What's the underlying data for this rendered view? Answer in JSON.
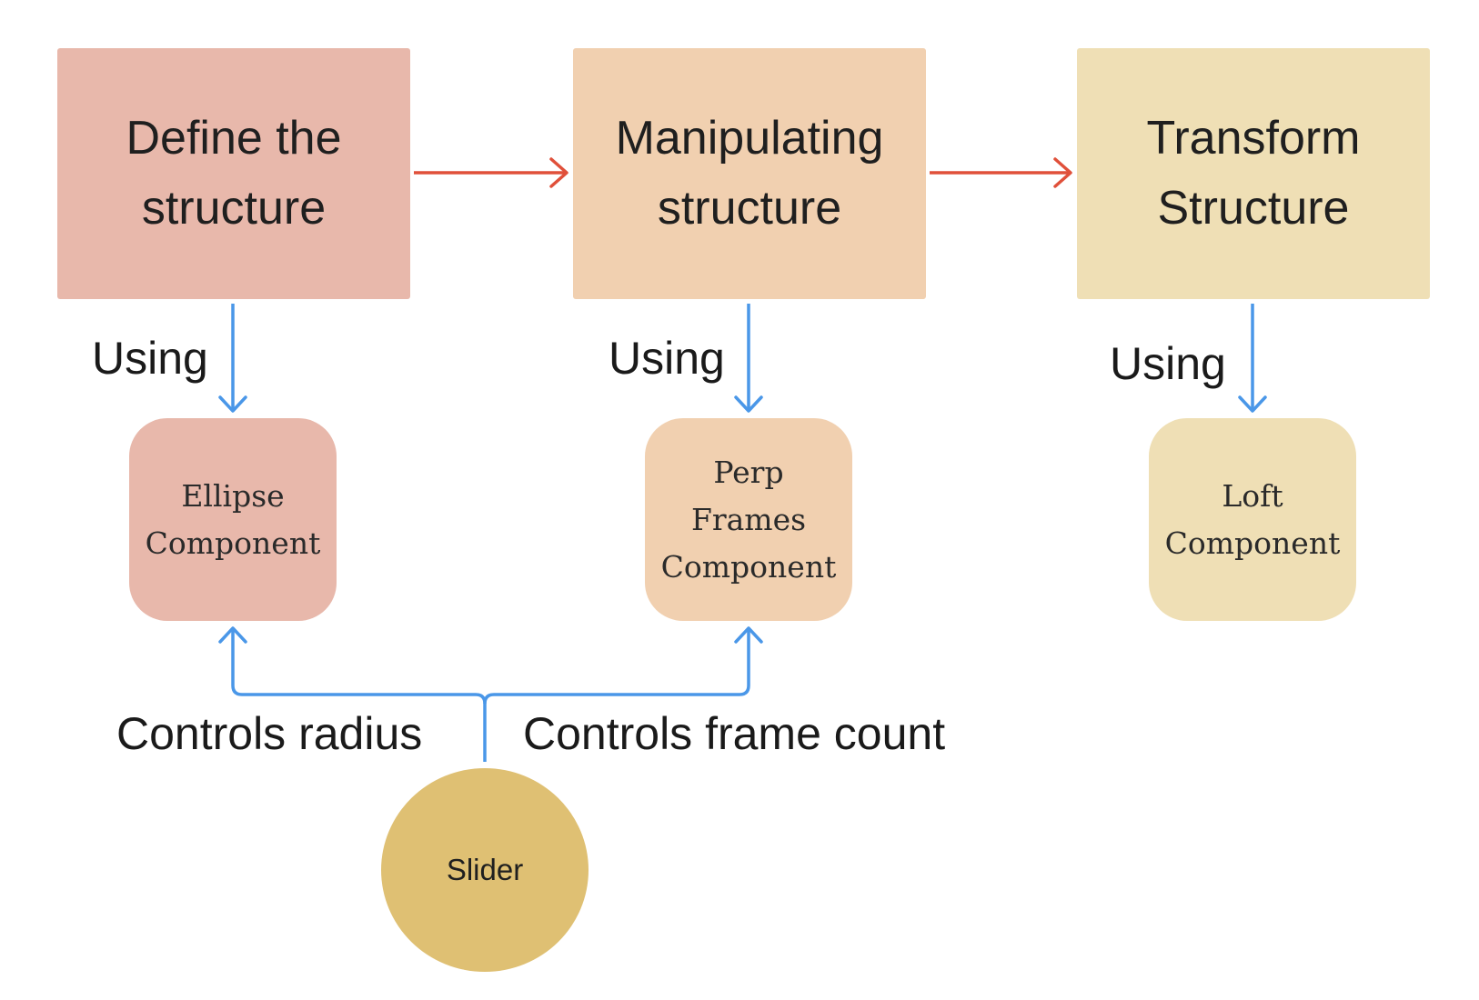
{
  "colors": {
    "stage_1_fill": "#e8b8ab",
    "stage_2_fill": "#f1d0b0",
    "stage_3_fill": "#efdfb5",
    "slider_fill": "#dfc073",
    "flow_arrow": "#e0503a",
    "link_arrow": "#4a97e8"
  },
  "stages": [
    {
      "label": "Define the structure"
    },
    {
      "label": "Manipulating structure"
    },
    {
      "label": "Transform Structure"
    }
  ],
  "using_labels": [
    "Using",
    "Using",
    "Using"
  ],
  "components": [
    {
      "label": "Ellipse Component"
    },
    {
      "label": "Perp Frames Component"
    },
    {
      "label": "Loft Component"
    }
  ],
  "controls": {
    "radius_label": "Controls radius",
    "frame_count_label": "Controls frame count"
  },
  "slider": {
    "label": "Slider"
  }
}
